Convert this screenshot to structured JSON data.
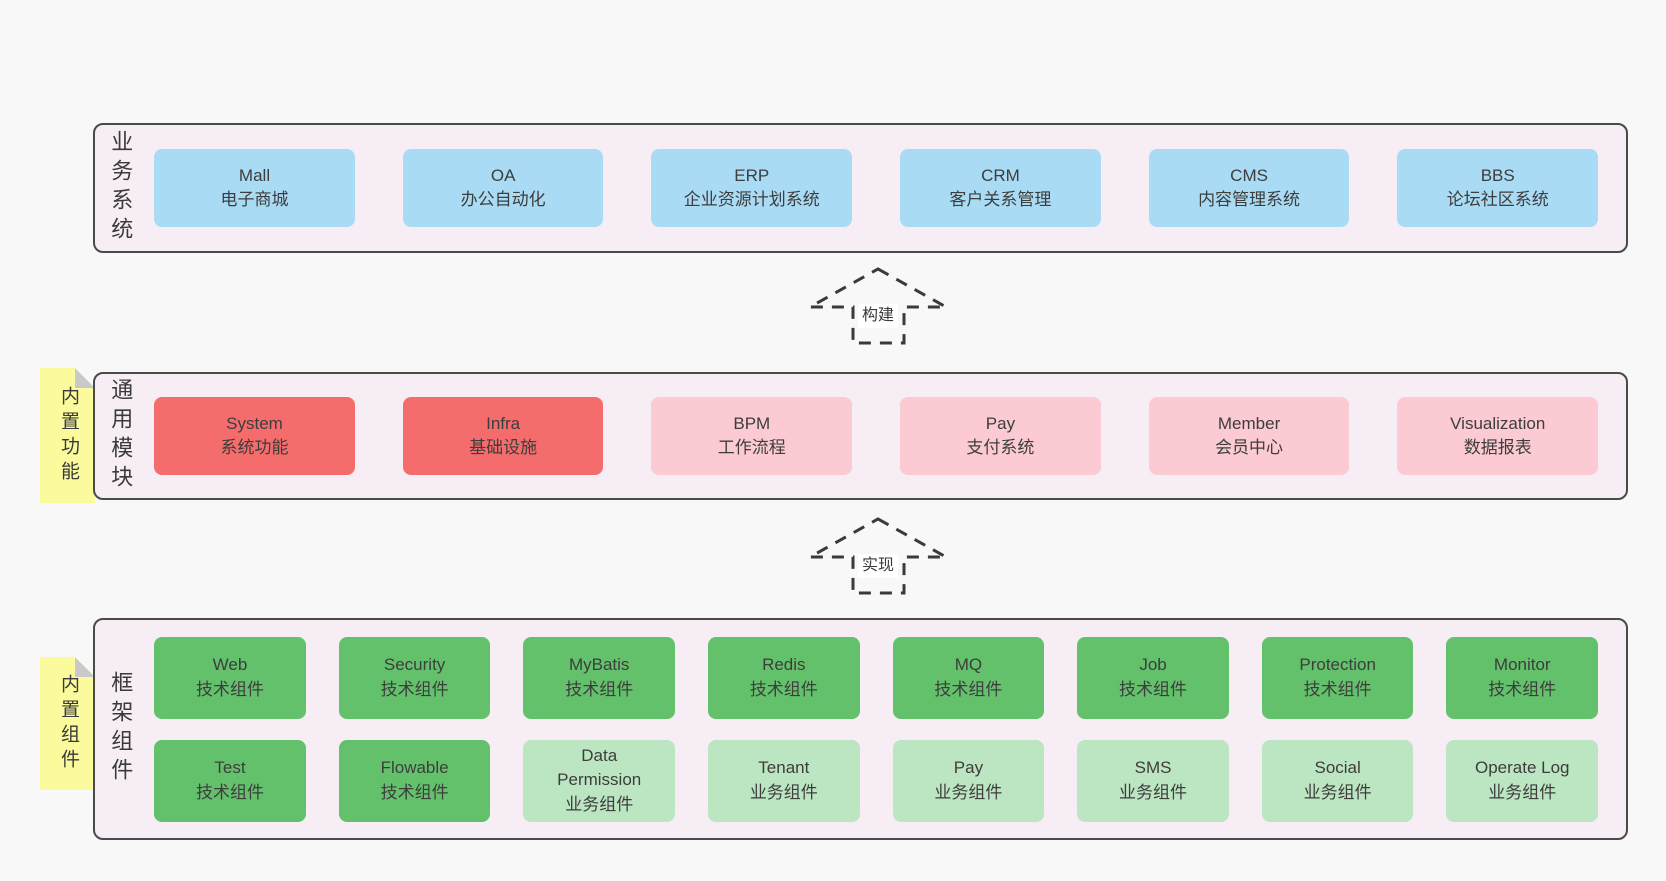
{
  "colors": {
    "page_bg": "#f8f8f8",
    "band_bg": "#f7edf5",
    "band_border": "#4a4a4a",
    "box_blue": "#aadbf4",
    "box_red": "#f56c6c",
    "box_pink": "#fbcad2",
    "box_green": "#64c16b",
    "box_green_light": "#bce5c1",
    "sticky_yellow": "#fbfb9d",
    "sticky_fold_gray": "#c9c9c9",
    "text": "#3d3d3d"
  },
  "arrows": [
    {
      "label": "构建"
    },
    {
      "label": "实现"
    }
  ],
  "bands": [
    {
      "label": "业务系统",
      "boxes": [
        {
          "name": "Mall",
          "desc": "电子商城"
        },
        {
          "name": "OA",
          "desc": "办公自动化"
        },
        {
          "name": "ERP",
          "desc": "企业资源计划系统"
        },
        {
          "name": "CRM",
          "desc": "客户关系管理"
        },
        {
          "name": "CMS",
          "desc": "内容管理系统"
        },
        {
          "name": "BBS",
          "desc": "论坛社区系统"
        }
      ]
    },
    {
      "label": "通用模块",
      "sticky": "内置功能",
      "boxes": [
        {
          "name": "System",
          "desc": "系统功能"
        },
        {
          "name": "Infra",
          "desc": "基础设施"
        },
        {
          "name": "BPM",
          "desc": "工作流程"
        },
        {
          "name": "Pay",
          "desc": "支付系统"
        },
        {
          "name": "Member",
          "desc": "会员中心"
        },
        {
          "name": "Visualization",
          "desc": "数据报表"
        }
      ]
    },
    {
      "label": "框架组件",
      "sticky": "内置组件",
      "rows": [
        {
          "boxes": [
            {
              "name": "Web",
              "desc": "技术组件"
            },
            {
              "name": "Security",
              "desc": "技术组件"
            },
            {
              "name": "MyBatis",
              "desc": "技术组件"
            },
            {
              "name": "Redis",
              "desc": "技术组件"
            },
            {
              "name": "MQ",
              "desc": "技术组件"
            },
            {
              "name": "Job",
              "desc": "技术组件"
            },
            {
              "name": "Protection",
              "desc": "技术组件"
            },
            {
              "name": "Monitor",
              "desc": "技术组件"
            }
          ]
        },
        {
          "boxes": [
            {
              "name": "Test",
              "desc": "技术组件"
            },
            {
              "name": "Flowable",
              "desc": "技术组件"
            },
            {
              "name": "Data Permission",
              "desc": "业务组件"
            },
            {
              "name": "Tenant",
              "desc": "业务组件"
            },
            {
              "name": "Pay",
              "desc": "业务组件"
            },
            {
              "name": "SMS",
              "desc": "业务组件"
            },
            {
              "name": "Social",
              "desc": "业务组件"
            },
            {
              "name": "Operate Log",
              "desc": "业务组件"
            }
          ]
        }
      ]
    }
  ]
}
